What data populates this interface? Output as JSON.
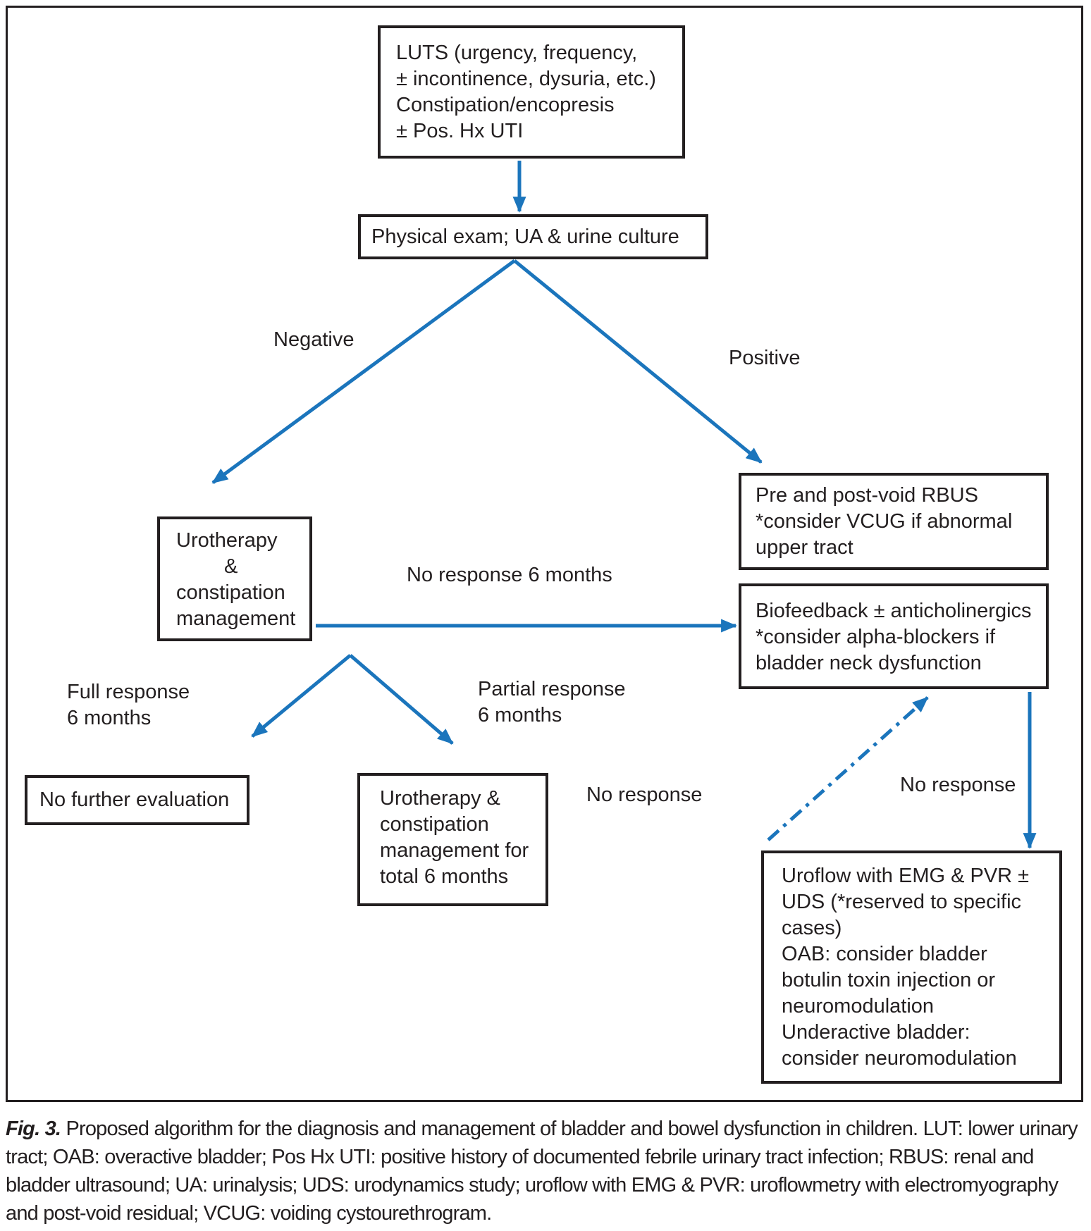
{
  "colors": {
    "arrow_blue": "#1b75bc",
    "ink_black": "#231f20"
  },
  "flowchart": {
    "nodes": {
      "luts": {
        "lines": [
          "LUTS (urgency, frequency,",
          "± incontinence, dysuria, etc.)",
          "Constipation/encopresis",
          "± Pos. Hx UTI"
        ]
      },
      "physical_exam": {
        "lines": [
          "Physical exam; UA & urine culture"
        ]
      },
      "urotherapy": {
        "lines": [
          "Urotherapy",
          "&",
          "constipation",
          "management"
        ]
      },
      "rbus": {
        "lines": [
          "Pre and post-void RBUS",
          "*consider VCUG if abnormal",
          "upper tract"
        ]
      },
      "biofeedback": {
        "lines": [
          "Biofeedback ± anticholinergics",
          "*consider alpha-blockers if",
          "bladder neck dysfunction"
        ]
      },
      "no_further_evaluation": {
        "lines": [
          "No further evaluation"
        ]
      },
      "urotherapy_6_months": {
        "lines": [
          "Urotherapy &",
          "constipation",
          "management for",
          "total 6 months"
        ]
      },
      "uroflow": {
        "lines": [
          "Uroflow with EMG & PVR ±",
          "UDS (*reserved to specific",
          "cases)",
          "OAB: consider bladder",
          "botulin toxin injection or",
          "neuromodulation",
          "Underactive bladder:",
          "consider neuromodulation"
        ]
      }
    },
    "edge_labels": {
      "negative": "Negative",
      "positive": "Positive",
      "no_response_6_months": "No response 6 months",
      "full_response_line1": "Full response",
      "full_response_line2": "6 months",
      "partial_response_line1": "Partial response",
      "partial_response_line2": "6 months",
      "no_response_left": "No response",
      "no_response_right": "No response"
    }
  },
  "caption": {
    "prefix": "Fig. 3.",
    "text": " Proposed algorithm for the diagnosis and management of bladder and bowel dysfunction in children. LUT: lower urinary tract; OAB: overactive bladder; Pos Hx UTI: positive history of documented febrile urinary tract infection; RBUS: renal and bladder ultrasound; UA: urinalysis; UDS: urodynamics study; uroflow with EMG & PVR: uroflowmetry with electromyography and post-void residual; VCUG: voiding cystourethrogram."
  }
}
